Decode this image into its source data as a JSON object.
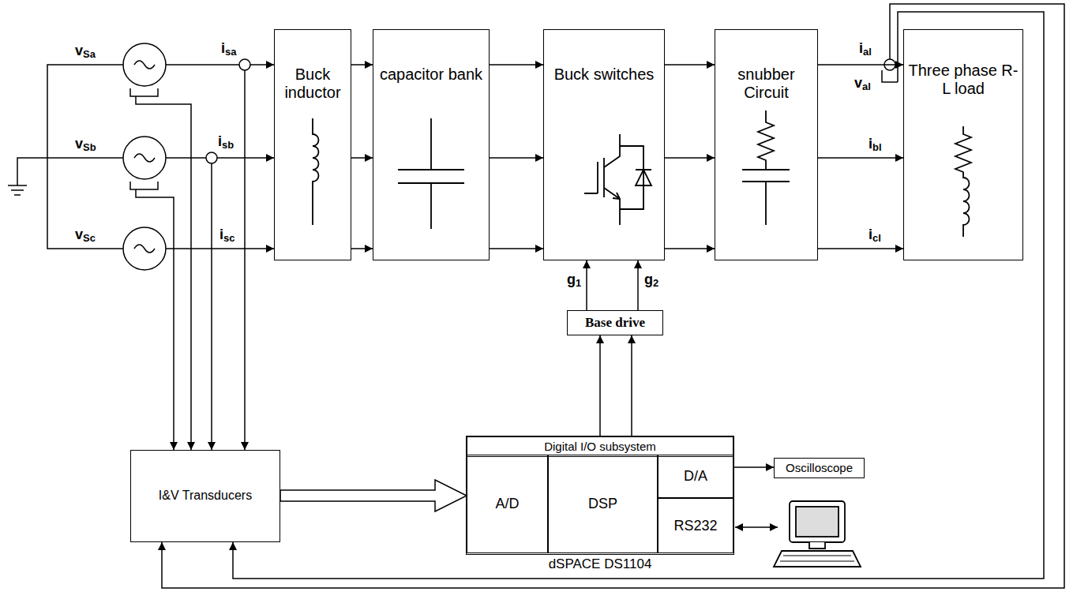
{
  "diagram": {
    "nodes": [
      {
        "text": [
          "Buck inductor"
        ]
      },
      {
        "text": [
          "capacitor bank"
        ]
      },
      {
        "text": [
          "Buck switches"
        ]
      },
      {
        "text": [
          "snubber Circuit"
        ]
      },
      {
        "text": [
          "Three phase R-L load"
        ]
      },
      {
        "text": [
          "Base drive"
        ]
      },
      {
        "text": [
          "I&V Transducers"
        ]
      },
      {
        "text": [
          "dSPACE DS1104"
        ]
      },
      {
        "text": [
          "Digital I/O subsystem"
        ],
        "in": 7
      },
      {
        "text": [
          "A/D"
        ],
        "in": 7
      },
      {
        "text": [
          "DSP"
        ],
        "in": 7
      },
      {
        "text": [
          "D/A"
        ],
        "in": 7
      },
      {
        "text": [
          "RS232"
        ],
        "in": 7
      },
      {
        "text": [
          "Oscilloscope"
        ]
      }
    ],
    "edges": [
      {
        "from": 0,
        "to": 1,
        "arrow": "to"
      },
      {
        "from": 0,
        "to": 1,
        "arrow": "to"
      },
      {
        "from": 0,
        "to": 1,
        "arrow": "to"
      },
      {
        "from": 1,
        "to": 2,
        "arrow": "to"
      },
      {
        "from": 1,
        "to": 2,
        "arrow": "to"
      },
      {
        "from": 1,
        "to": 2,
        "arrow": "to"
      },
      {
        "from": 2,
        "to": 3,
        "arrow": "to"
      },
      {
        "from": 2,
        "to": 3,
        "arrow": "to"
      },
      {
        "from": 2,
        "to": 3,
        "arrow": "to"
      },
      {
        "from": 3,
        "to": 4,
        "arrow": "to"
      },
      {
        "from": 3,
        "to": 4,
        "arrow": "to"
      },
      {
        "from": 3,
        "to": 4,
        "arrow": "to"
      },
      {
        "from": 5,
        "to": 2,
        "arrow": "to",
        "label": "g1"
      },
      {
        "from": 5,
        "to": 2,
        "arrow": "to",
        "label": "g2"
      },
      {
        "from": 8,
        "to": 5,
        "arrow": "to"
      },
      {
        "from": 8,
        "to": 5,
        "arrow": "to"
      },
      {
        "from": 6,
        "to": 9,
        "arrow": "to"
      },
      {
        "from": 11,
        "to": 13,
        "arrow": "to"
      },
      {
        "from": 4,
        "to": 6,
        "arrow": "to"
      },
      {
        "from": 4,
        "to": 6,
        "arrow": "to"
      }
    ],
    "labels": [
      "vSa",
      "isa",
      "vSb",
      "isb",
      "vSc",
      "isc",
      "ial",
      "val",
      "ibl",
      "icl"
    ]
  }
}
